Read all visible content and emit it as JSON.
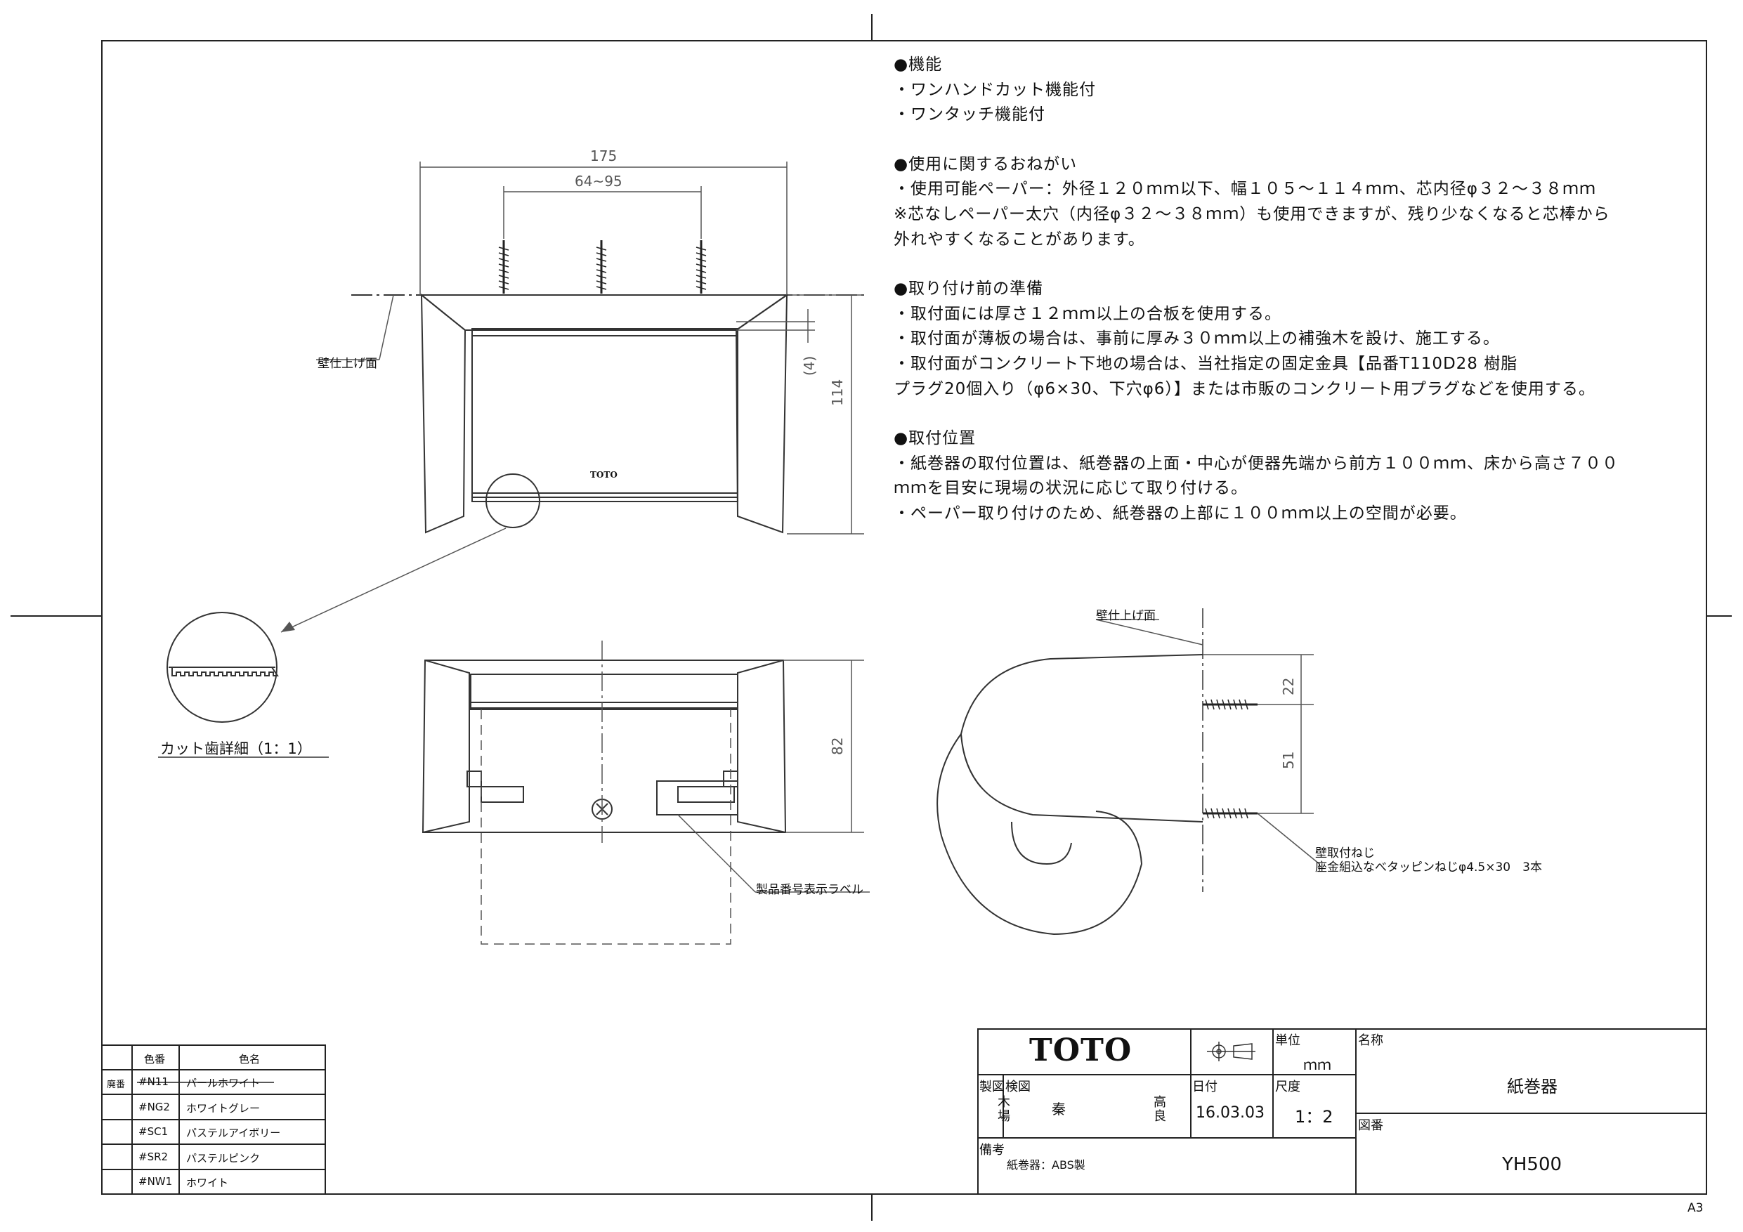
{
  "notes": {
    "function_heading": "●機能",
    "function_items": [
      "・ワンハンドカット機能付",
      "・ワンタッチ機能付"
    ],
    "usage_heading": "●使用に関するおねがい",
    "usage_lines": [
      "・使用可能ペーパー：外径１２０ｍｍ以下、幅１０５～１１４ｍｍ、芯内径φ３２～３８ｍｍ",
      "※芯なしペーパー太穴（内径φ３２～３８ｍｍ）も使用できますが、残り少なくなると芯棒から",
      "外れやすくなることがあります。"
    ],
    "prep_heading": "●取り付け前の準備",
    "prep_lines": [
      "・取付面には厚さ１２ｍｍ以上の合板を使用する。",
      "・取付面が薄板の場合は、事前に厚み３０ｍｍ以上の補強木を設け、施工する。",
      "・取付面がコンクリート下地の場合は、当社指定の固定金具【品番T110D28 樹脂",
      "プラグ20個入り（φ6×30、下穴φ6）】または市販のコンクリート用プラグなどを使用する。"
    ],
    "position_heading": "●取付位置",
    "position_lines": [
      "・紙巻器の取付位置は、紙巻器の上面・中心が便器先端から前方１００ｍｍ、床から高さ７００",
      "ｍｍを目安に現場の状況に応じて取り付ける。",
      "・ペーパー取り付けのため、紙巻器の上部に１００ｍｍ以上の空間が必要。"
    ]
  },
  "drawing": {
    "front_width": "175",
    "screw_span": "64~95",
    "height": "114",
    "gap": "(4)",
    "wall_label_front": "壁仕上げ面",
    "brand_mark": "TOTO",
    "detail_caption": "カット歯詳細（1：1）",
    "bottom_depth": "82",
    "label_callout": "製品番号表示ラベル",
    "wall_label_side": "壁仕上げ面",
    "side_dim_top": "22",
    "side_dim_mid": "51",
    "screw_note_1": "壁取付ねじ",
    "screw_note_2": "座金組込なべタッピンねじφ4.5×30　3本"
  },
  "title_block": {
    "logo": "TOTO",
    "unit_label": "単位",
    "unit_value": "ｍｍ",
    "name_label": "名称",
    "name_value": "紙巻器",
    "drawn_label": "製図",
    "drawn_by": "木場",
    "checked_label": "検図",
    "checked_by_1": "秦",
    "checked_by_2": "高良",
    "date_label": "日付",
    "date_value": "16.03.03",
    "scale_label": "尺度",
    "scale_value": "1：2",
    "number_label": "図番",
    "number_value": "YH500",
    "remarks_label": "備考",
    "remarks_value": "紙巻器：ABS製"
  },
  "color_table": {
    "header_code": "色番",
    "header_name": "色名",
    "discontinued_mark": "廃番",
    "rows": [
      {
        "code": "#N11",
        "name": "パールホワイト",
        "struck": true
      },
      {
        "code": "#NG2",
        "name": "ホワイトグレー",
        "struck": false
      },
      {
        "code": "#SC1",
        "name": "パステルアイボリー",
        "struck": false
      },
      {
        "code": "#SR2",
        "name": "パステルピンク",
        "struck": false
      },
      {
        "code": "#NW1",
        "name": "ホワイト",
        "struck": false
      }
    ]
  },
  "sheet_size": "A3"
}
